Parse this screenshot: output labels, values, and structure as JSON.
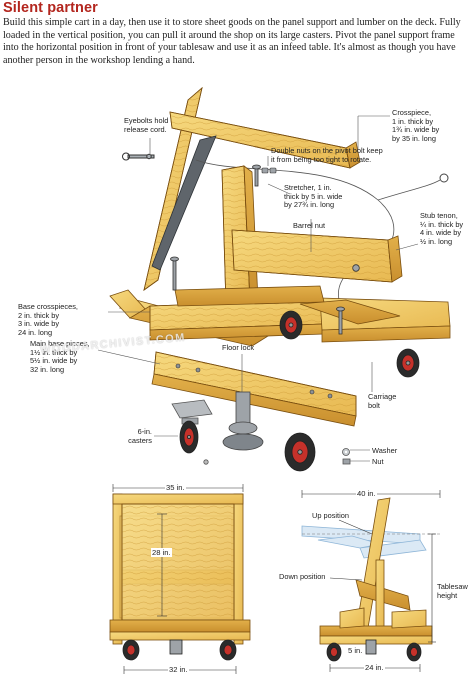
{
  "title": "Silent partner",
  "intro": "Build this simple cart in a day, then use it to store sheet goods on the panel support and lumber on the deck. Fully loaded in the vertical position, you can pull it around the shop on its large casters. Pivot the panel support frame into the horizontal position in front of your tablesaw and use it as an infeed table. It's almost as though you have another person in the workshop lending a hand.",
  "labels": {
    "eyebolts": [
      "Eyebolts hold",
      "release cord."
    ],
    "crosspiece": [
      "Crosspiece,",
      "1 in. thick by",
      "1¾ in. wide by",
      "by 35 in. long"
    ],
    "double_nuts": [
      "Double nuts on the pivot bolt keep",
      "it from being too tight to rotate."
    ],
    "stretcher": [
      "Stretcher, 1 in.",
      "thick by 5 in. wide",
      "by 27¾ in. long"
    ],
    "barrel_nut": [
      "Barrel nut"
    ],
    "stub_tenon": [
      "Stub tenon,",
      "¼ in. thick by",
      "4 in. wide by",
      "½ in. long"
    ],
    "base_crosspieces": [
      "Base crosspieces,",
      "2 in. thick by",
      "3 in. wide by",
      "24 in. long"
    ],
    "floor_lock": [
      "Floor lock"
    ],
    "main_base": [
      "Main base pieces,",
      "1½ in. thick by",
      "5½ in. wide by",
      "32 in. long"
    ],
    "casters": [
      "6-in.",
      "casters"
    ],
    "carriage_bolt": [
      "Carriage",
      "bolt"
    ],
    "washer": [
      "Washer"
    ],
    "nut": [
      "Nut"
    ],
    "up_position": [
      "Up position"
    ],
    "down_position": [
      "Down position"
    ],
    "tablesaw_height": [
      "Tablesaw",
      "height"
    ]
  },
  "dimensions": {
    "front_width": "35 in.",
    "front_height": "28 in.",
    "front_base": "32 in.",
    "side_width": "40 in.",
    "side_base": "24 in.",
    "side_offset": "5 in."
  },
  "watermark": "WOODARCHIVIST.COM",
  "colors": {
    "title": "#b3261e",
    "wood": "#f2cd6a",
    "wood_dark": "#d9a53e",
    "wood_edge": "#8a5a12",
    "metal": "#9ea3a8",
    "wheel_red": "#c6312a",
    "tire": "#2b2b2b",
    "leader": "#555555"
  }
}
